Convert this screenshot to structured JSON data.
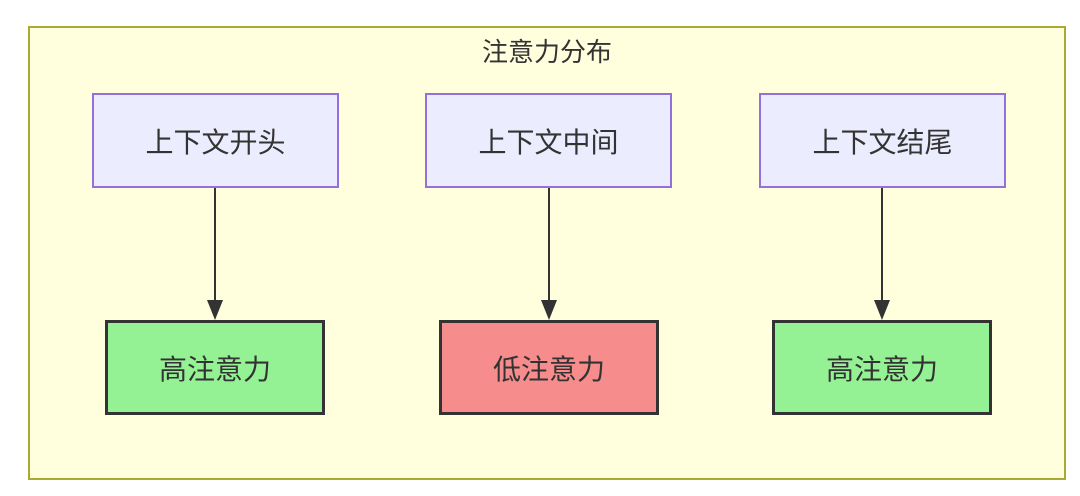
{
  "diagram": {
    "title": "注意力分布",
    "type": "flowchart-top-down",
    "colors": {
      "cluster_fill": "#ffffde",
      "cluster_border": "#aaaa33",
      "source_node_fill": "#ececff",
      "source_node_border": "#9370db",
      "high_attention_fill": "#94f294",
      "low_attention_fill": "#f68c8c",
      "result_node_border": "#333333",
      "arrow": "#333333",
      "text": "#333333"
    },
    "columns": [
      {
        "source": "上下文开头",
        "result": "高注意力",
        "attention_level": "high"
      },
      {
        "source": "上下文中间",
        "result": "低注意力",
        "attention_level": "low"
      },
      {
        "source": "上下文结尾",
        "result": "高注意力",
        "attention_level": "high"
      }
    ]
  }
}
